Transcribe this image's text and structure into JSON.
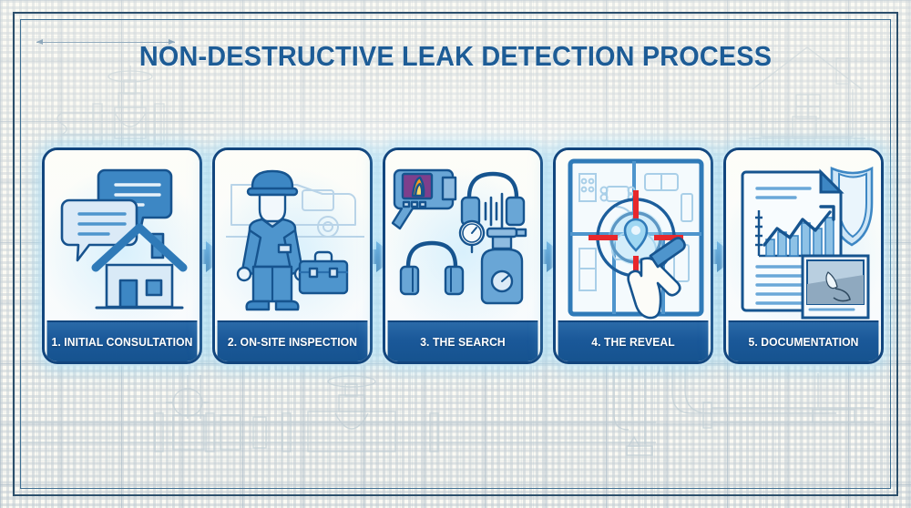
{
  "poster": {
    "title": "NON-DESTRUCTIVE LEAK DETECTION PROCESS",
    "background_style": "blueprint-grid",
    "colors": {
      "paper": "#fdfcf6",
      "grid_line": "#96afc3",
      "frame": "#2c4f6b",
      "title_blue": "#1d5c96",
      "card_border": "#12467e",
      "label_band": "#1a5899",
      "arrow_blue": "#1f63a8",
      "glow_cyan": "#96d7f5",
      "accent_red": "#e8272c",
      "thermal_hot": "#f79b1e",
      "thermal_cool": "#7d3f8c"
    }
  },
  "background_art": [
    {
      "name": "pipe-valve-top-left",
      "label": "pipe with gate valve"
    },
    {
      "name": "house-outline-top-right",
      "label": "house blueprint outline"
    },
    {
      "name": "pipe-run-bottom",
      "label": "horizontal pipe run with valves and flanges"
    },
    {
      "name": "pipe-drops-bottom-right",
      "label": "vertical pipe drops"
    },
    {
      "name": "dimension-arrow-top-left",
      "label": "dimension measurement arrow"
    }
  ],
  "steps": [
    {
      "number": "1",
      "label": "1. INITIAL CONSULTATION",
      "icon_name": "speech-bubbles-house-icon",
      "icon_parts": [
        "chat bubble dark",
        "chat bubble light",
        "house"
      ]
    },
    {
      "number": "2",
      "label": "2. ON-SITE INSPECTION",
      "icon_name": "technician-van-icon",
      "icon_parts": [
        "technician in hard hat",
        "toolbox",
        "service van"
      ]
    },
    {
      "number": "3",
      "label": "3. THE SEARCH",
      "icon_name": "detection-equipment-icon",
      "icon_parts": [
        "thermal imaging camera",
        "acoustic headphones",
        "tracer gas cylinder",
        "pressure gauge"
      ]
    },
    {
      "number": "4",
      "label": "4. THE REVEAL",
      "icon_name": "floorplan-crosshair-icon",
      "icon_parts": [
        "floor plan",
        "red crosshair target",
        "location pin",
        "hand with pen"
      ]
    },
    {
      "number": "5",
      "label": "5. DOCUMENTATION",
      "icon_name": "report-document-icon",
      "icon_parts": [
        "report page",
        "bar chart with trend arrow",
        "photo inset",
        "shield"
      ]
    }
  ],
  "arrows": [
    {
      "name": "arrow-step-1-to-2"
    },
    {
      "name": "arrow-step-2-to-3"
    },
    {
      "name": "arrow-step-3-to-4"
    },
    {
      "name": "arrow-step-4-to-5"
    }
  ]
}
